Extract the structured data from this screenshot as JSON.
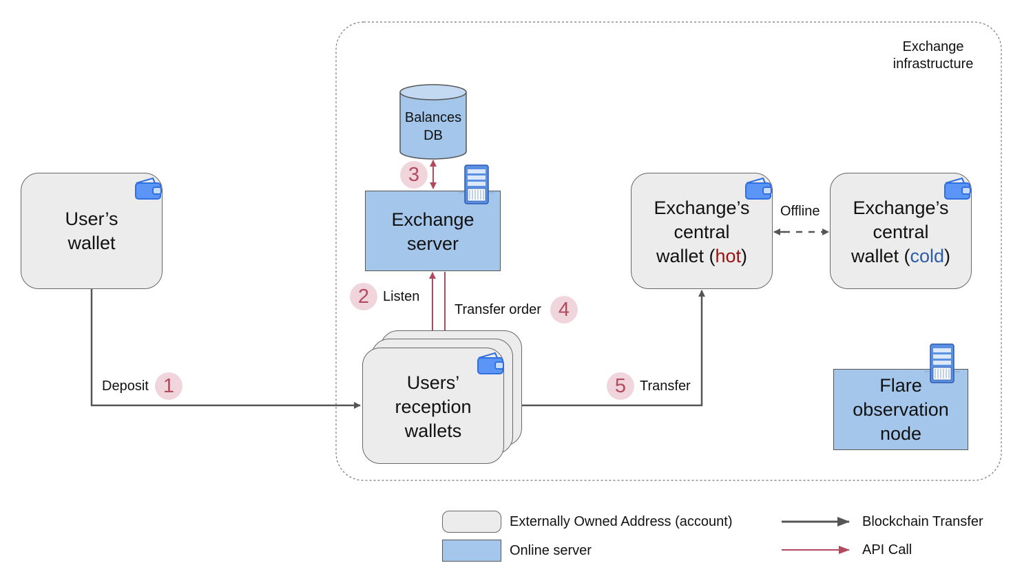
{
  "infrastructure": {
    "title_line1": "Exchange",
    "title_line2": "infrastructure"
  },
  "nodes": {
    "users_wallet": {
      "line1": "User’s",
      "line2": "wallet"
    },
    "balances_db": {
      "line1": "Balances",
      "line2": "DB"
    },
    "exchange_server": {
      "line1": "Exchange",
      "line2": "server"
    },
    "hot_wallet": {
      "line1": "Exchange’s",
      "line2": "central",
      "line3_prefix": "wallet (",
      "line3_highlight": "hot",
      "line3_suffix": ")"
    },
    "cold_wallet": {
      "line1": "Exchange’s",
      "line2": "central",
      "line3_prefix": "wallet (",
      "line3_highlight": "cold",
      "line3_suffix": ")"
    },
    "reception_wallets": {
      "line1": "Users’",
      "line2": "reception",
      "line3": "wallets"
    },
    "flare_node": {
      "line1": "Flare",
      "line2": "observation",
      "line3": "node"
    }
  },
  "edges": {
    "deposit": {
      "label": "Deposit",
      "step": "1"
    },
    "listen": {
      "label": "Listen",
      "step": "2"
    },
    "db_sync": {
      "step": "3"
    },
    "transfer_order": {
      "label": "Transfer order",
      "step": "4"
    },
    "transfer": {
      "label": "Transfer",
      "step": "5"
    },
    "offline": {
      "label": "Offline"
    }
  },
  "legend": {
    "eoa": "Externally Owned Address (account)",
    "online_server": "Online server",
    "blockchain_transfer": "Blockchain Transfer",
    "api_call": "API Call"
  },
  "colors": {
    "eoa_fill": "#ececec",
    "server_fill": "#a4c6ea",
    "blockchain_arrow": "#555555",
    "api_arrow": "#b14a5d",
    "step_badge_fill": "#f0d6dc",
    "wallet_icon": "#3b82f6",
    "hot": "#9c1010",
    "cold": "#2a5ca8"
  },
  "icons": {
    "wallet": "wallet-icon",
    "server": "server-icon"
  }
}
